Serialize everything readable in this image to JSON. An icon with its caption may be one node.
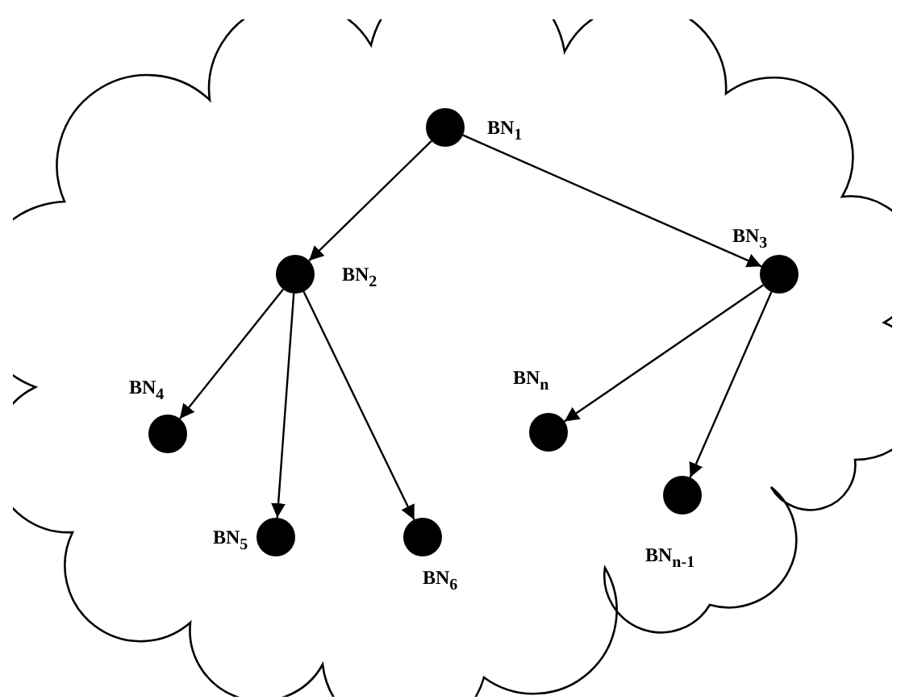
{
  "diagram": {
    "nodes": [
      {
        "text": [],
        "shape": "cloud"
      },
      {
        "text": [],
        "shape": "circle",
        "beside": [
          "BN$_{1}$"
        ],
        "in": 0
      },
      {
        "text": [],
        "shape": "circle",
        "beside": [
          "BN$_{2}$"
        ],
        "in": 0
      },
      {
        "text": [],
        "shape": "circle",
        "beside": [
          "BN$_{3}$"
        ],
        "in": 0
      },
      {
        "text": [],
        "shape": "circle",
        "beside": [
          "BN$_{4}$"
        ],
        "in": 0
      },
      {
        "text": [],
        "shape": "circle",
        "beside": [
          "BN$_{5}$"
        ],
        "in": 0
      },
      {
        "text": [],
        "shape": "circle",
        "beside": [
          "BN$_{6}$"
        ],
        "in": 0
      },
      {
        "text": [],
        "shape": "circle",
        "beside": [
          "BN$_{n}$"
        ],
        "in": 0
      },
      {
        "text": [],
        "shape": "circle",
        "beside": [
          "BN$_{n-1}$"
        ],
        "in": 0
      }
    ],
    "edges": [
      {
        "from": 1,
        "to": 2,
        "arrow": "to"
      },
      {
        "from": 1,
        "to": 3,
        "arrow": "to"
      },
      {
        "from": 2,
        "to": 4,
        "arrow": "to"
      },
      {
        "from": 2,
        "to": 5,
        "arrow": "to"
      },
      {
        "from": 2,
        "to": 6,
        "arrow": "to"
      },
      {
        "from": 3,
        "to": 7,
        "arrow": "to"
      },
      {
        "from": 3,
        "to": 8,
        "arrow": "to"
      }
    ]
  }
}
